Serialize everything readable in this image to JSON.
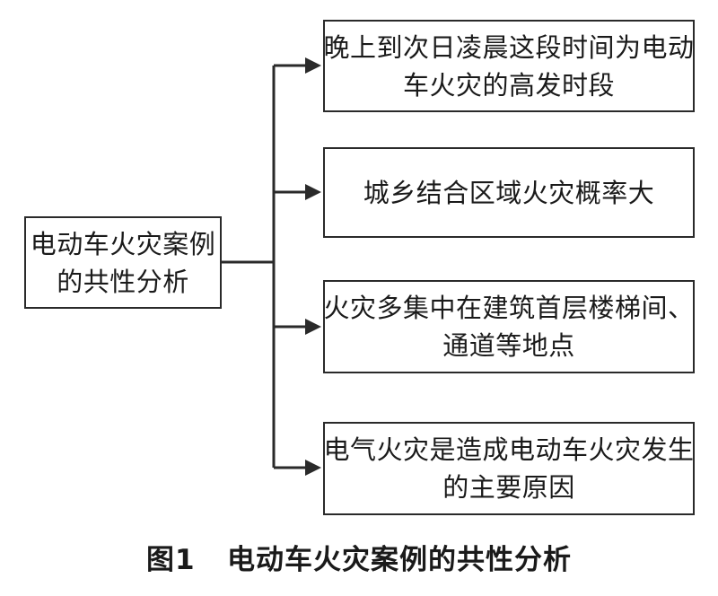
{
  "diagram": {
    "root": {
      "line1": "电动车火灾案例",
      "line2": "的共性分析"
    },
    "branches": [
      {
        "line1": "晚上到次日凌晨这段时间为电动",
        "line2": "车火灾的高发时段"
      },
      {
        "line1": "城乡结合区域火灾概率大",
        "line2": ""
      },
      {
        "line1": "火灾多集中在建筑首层楼梯间、",
        "line2": "通道等地点"
      },
      {
        "line1": "电气火灾是造成电动车火灾发生",
        "line2": "的主要原因"
      }
    ]
  },
  "caption": {
    "number": "图1",
    "title": "电动车火灾案例的共性分析"
  }
}
